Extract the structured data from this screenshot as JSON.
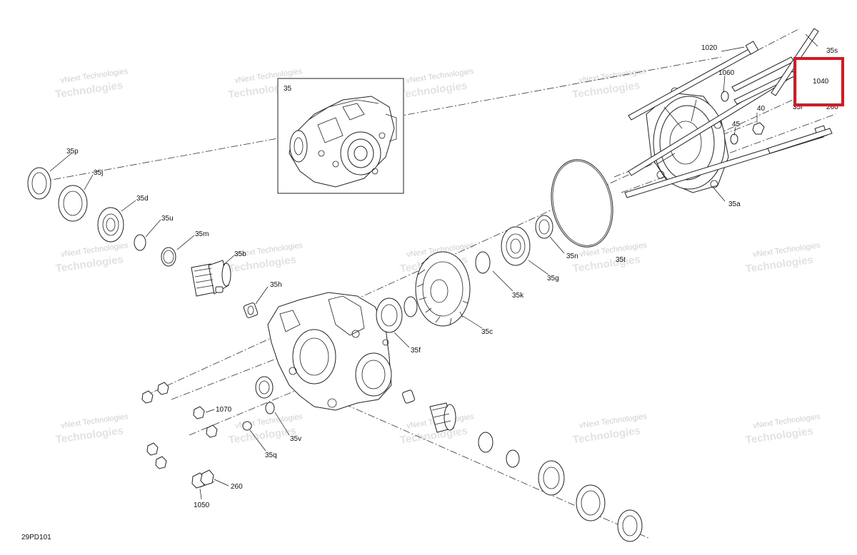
{
  "diagram_code": "29PD101",
  "watermark": {
    "line1": "vNext Technologies",
    "line2": "Technologies"
  },
  "highlight_color": "#e0141e",
  "callouts": {
    "c35s": "35s",
    "c1020": "1020",
    "c1060": "1060",
    "c1040": "1040",
    "c35r": "35r",
    "c260top": "260",
    "c40": "40",
    "c45": "45",
    "c35a": "35a",
    "c35": "35",
    "c35p": "35p",
    "c35j": "35j",
    "c35d": "35d",
    "c35u": "35u",
    "c35m": "35m",
    "c35b": "35b",
    "c35h": "35h",
    "c35n": "35n",
    "c35t": "35t",
    "c35g": "35g",
    "c35k": "35k",
    "c35c": "35c",
    "c35f": "35f",
    "c1070": "1070",
    "c35v": "35v",
    "c35q": "35q",
    "c260": "260",
    "c1050": "1050"
  }
}
